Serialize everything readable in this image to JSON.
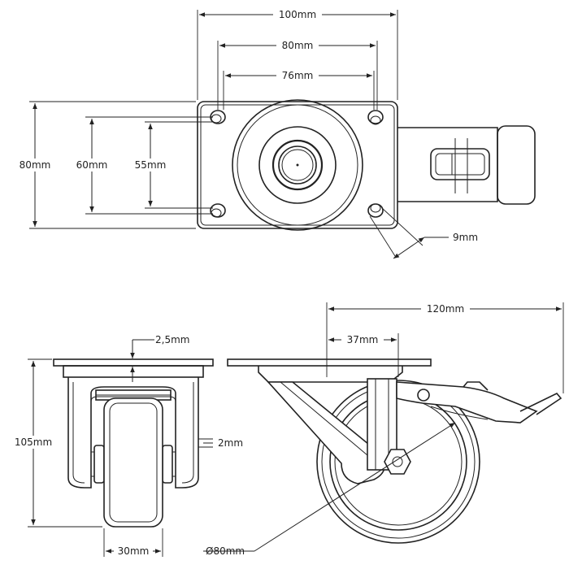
{
  "dimensions": {
    "top_width": "100mm",
    "hole_spacing_x": "80mm",
    "hole_spacing_x_inner": "76mm",
    "plate_height": "80mm",
    "hole_spacing_y": "60mm",
    "hole_spacing_y_inner": "55mm",
    "hole_diameter": "9mm",
    "plate_thickness": "2,5mm",
    "side_gap": "2mm",
    "total_height": "105mm",
    "wheel_width": "30mm",
    "total_length": "120mm",
    "offset": "37mm",
    "wheel_diameter": "Ø80mm"
  },
  "colors": {
    "line": "#222222",
    "background": "#ffffff"
  }
}
